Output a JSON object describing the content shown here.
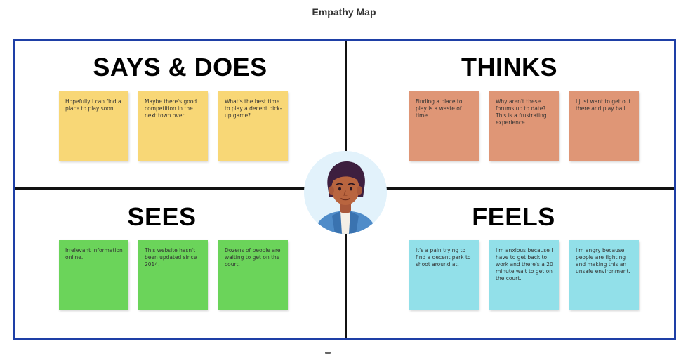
{
  "title": "Empathy Map",
  "quadrants": {
    "says_does": {
      "title": "SAYS & DOES",
      "color": "#f8d776",
      "notes": [
        "Hopefully I can find a place to play soon.",
        "Maybe there's good competition in the next town over.",
        "What's the best time to play a decent pick-up game?"
      ]
    },
    "thinks": {
      "title": "THINKS",
      "color": "#df9676",
      "notes": [
        "Finding a place to play is a waste of time.",
        "Why aren't these forums up to date? This is a frustrating experience.",
        "I just want to get out there and play ball."
      ]
    },
    "sees": {
      "title": "SEES",
      "color": "#6bd45a",
      "notes": [
        "Irrelevant information online.",
        "This website hasn't been updated since 2014.",
        "Dozens of people are waiting to get on the court."
      ]
    },
    "feels": {
      "title": "FEELS",
      "color": "#92e0e9",
      "notes": [
        "It's a pain trying to find a decent park to shoot around at.",
        "I'm anxious because I have to get back to work and there's a 20 minute wait to get on the court.",
        "I'm angry because people are fighting and making this an unsafe environment."
      ]
    }
  },
  "colors": {
    "frame_border": "#1e3fa6",
    "divider": "#111111"
  },
  "icons": {
    "avatar": "person-avatar-icon"
  }
}
